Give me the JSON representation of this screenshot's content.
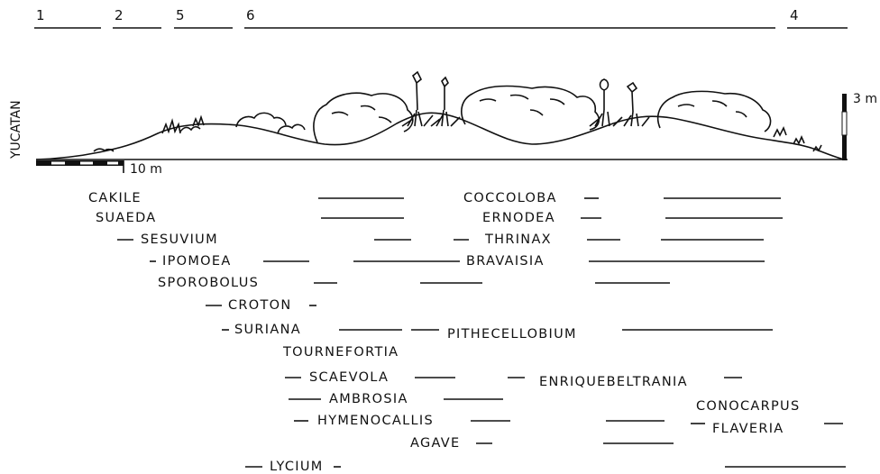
{
  "zones": [
    {
      "label": "1"
    },
    {
      "label": "2"
    },
    {
      "label": "5"
    },
    {
      "label": "6"
    },
    {
      "label": "4"
    }
  ],
  "region_label": "YUCATAN",
  "scale": {
    "horizontal": "10 m",
    "vertical": "3 m"
  },
  "species": [
    "CAKILE",
    "SUAEDA",
    "SESUVIUM",
    "IPOMOEA",
    "SPOROBOLUS",
    "CROTON",
    "SURIANA",
    "TOURNEFORTIA",
    "SCAEVOLA",
    "AMBROSIA",
    "HYMENOCALLIS",
    "AGAVE",
    "LYCIUM",
    "COCCOLOBA",
    "ERNODEA",
    "THRINAX",
    "BRAVAISIA",
    "PITHECELLOBIUM",
    "ENRIQUEBELTRANIA",
    "CONOCARPUS",
    "FLAVERIA"
  ],
  "colors": {
    "ink": "#111111",
    "background": "#ffffff"
  }
}
